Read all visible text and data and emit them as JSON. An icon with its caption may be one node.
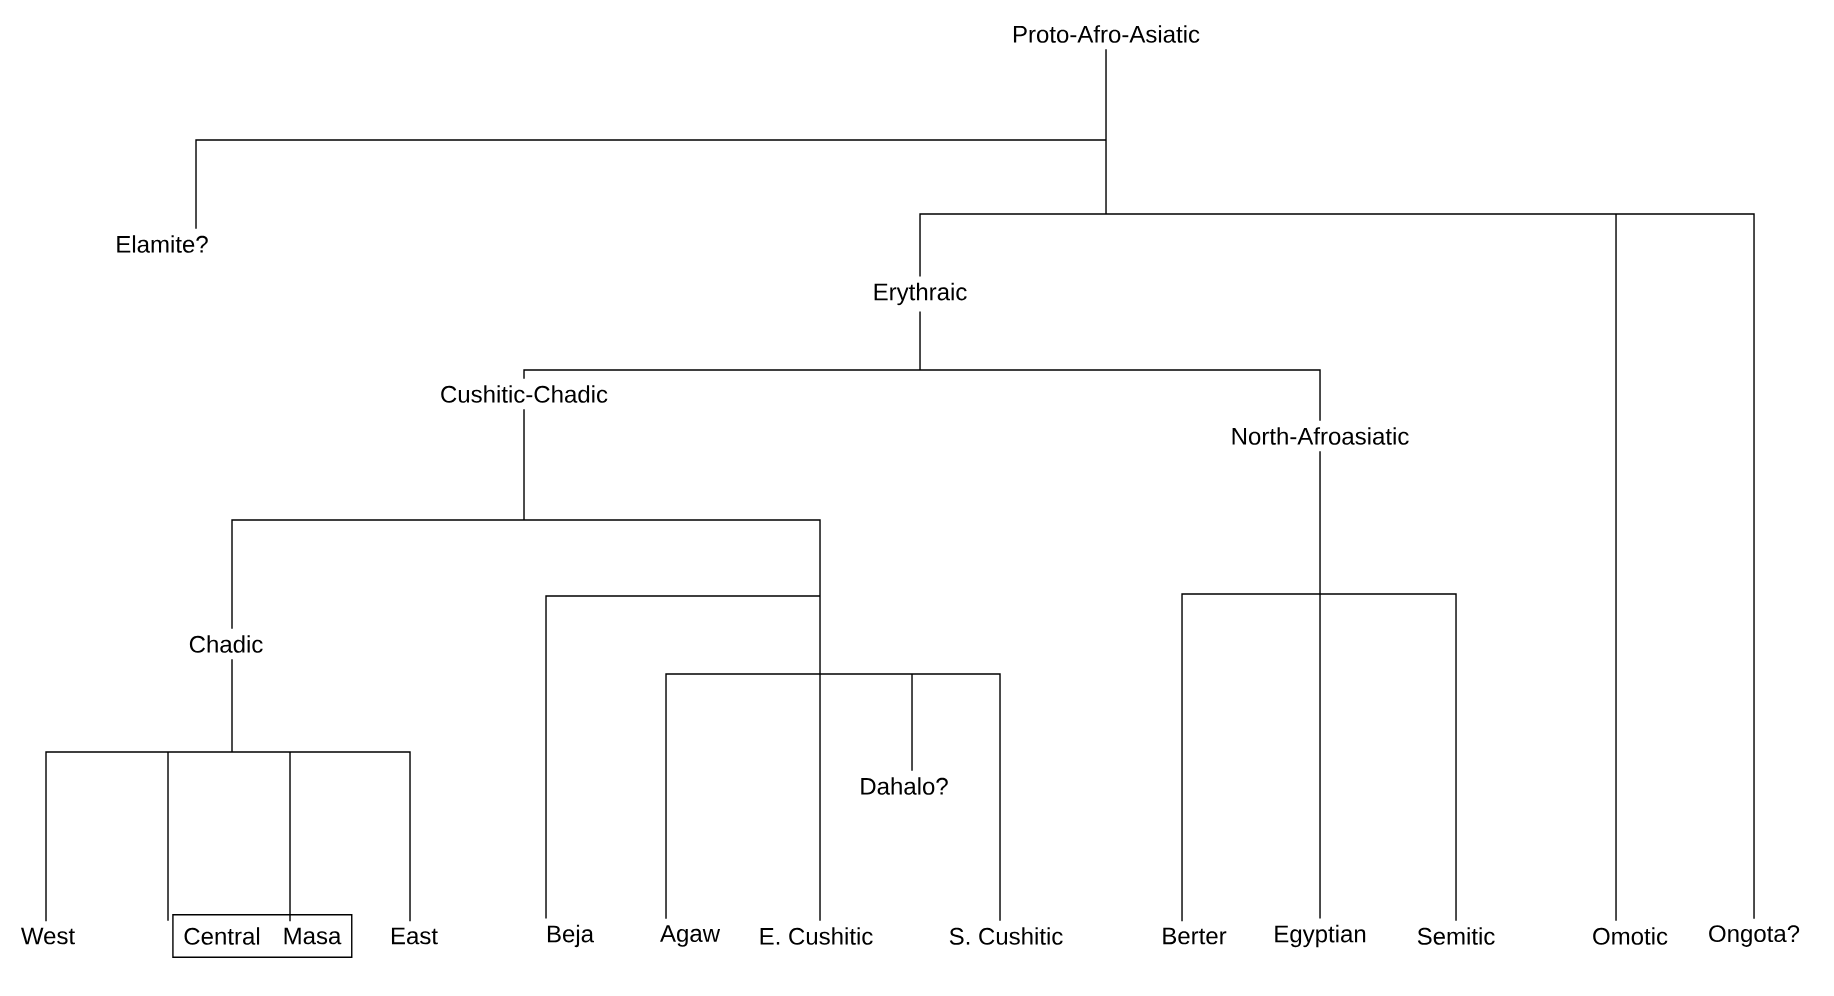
{
  "diagram": {
    "nodes": [
      {
        "text": [
          "Proto-Afro-Asiatic"
        ]
      },
      {
        "text": [
          "Elamite?"
        ]
      },
      {
        "text": [
          "Erythraic"
        ]
      },
      {
        "text": [
          "Omotic"
        ]
      },
      {
        "text": [
          "Ongota?"
        ]
      },
      {
        "text": [
          "Cushitic-Chadic"
        ]
      },
      {
        "text": [
          "North-Afroasiatic"
        ]
      },
      {
        "text": [
          "Chadic"
        ]
      },
      {
        "text": [
          "West"
        ]
      },
      {
        "text": [],
        "shape": "box"
      },
      {
        "text": [
          "Central"
        ],
        "in": 9
      },
      {
        "text": [
          "Masa"
        ],
        "in": 9
      },
      {
        "text": [
          "East"
        ]
      },
      {
        "text": [
          "Beja"
        ]
      },
      {
        "text": [
          "Agaw"
        ]
      },
      {
        "text": [
          "E. Cushitic"
        ]
      },
      {
        "text": [
          "Dahalo?"
        ]
      },
      {
        "text": [
          "S. Cushitic"
        ]
      },
      {
        "text": [
          "Berter"
        ]
      },
      {
        "text": [
          "Egyptian"
        ]
      },
      {
        "text": [
          "Semitic"
        ]
      }
    ],
    "edges": [
      {
        "from": 0,
        "to": 1,
        "arrow": "none"
      },
      {
        "from": 0,
        "to": 2,
        "arrow": "none"
      },
      {
        "from": 0,
        "to": 3,
        "arrow": "none"
      },
      {
        "from": 0,
        "to": 4,
        "arrow": "none"
      },
      {
        "from": 2,
        "to": 5,
        "arrow": "none"
      },
      {
        "from": 2,
        "to": 6,
        "arrow": "none"
      },
      {
        "from": 5,
        "to": 7,
        "arrow": "none"
      },
      {
        "from": 5,
        "to": 13,
        "arrow": "none"
      },
      {
        "from": 5,
        "to": 14,
        "arrow": "none"
      },
      {
        "from": 5,
        "to": 15,
        "arrow": "none"
      },
      {
        "from": 5,
        "to": 16,
        "arrow": "none"
      },
      {
        "from": 5,
        "to": 17,
        "arrow": "none"
      },
      {
        "from": 7,
        "to": 8,
        "arrow": "none"
      },
      {
        "from": 7,
        "to": 10,
        "arrow": "none"
      },
      {
        "from": 7,
        "to": 11,
        "arrow": "none"
      },
      {
        "from": 7,
        "to": 12,
        "arrow": "none"
      },
      {
        "from": 6,
        "to": 18,
        "arrow": "none"
      },
      {
        "from": 6,
        "to": 19,
        "arrow": "none"
      },
      {
        "from": 6,
        "to": 20,
        "arrow": "none"
      }
    ]
  }
}
